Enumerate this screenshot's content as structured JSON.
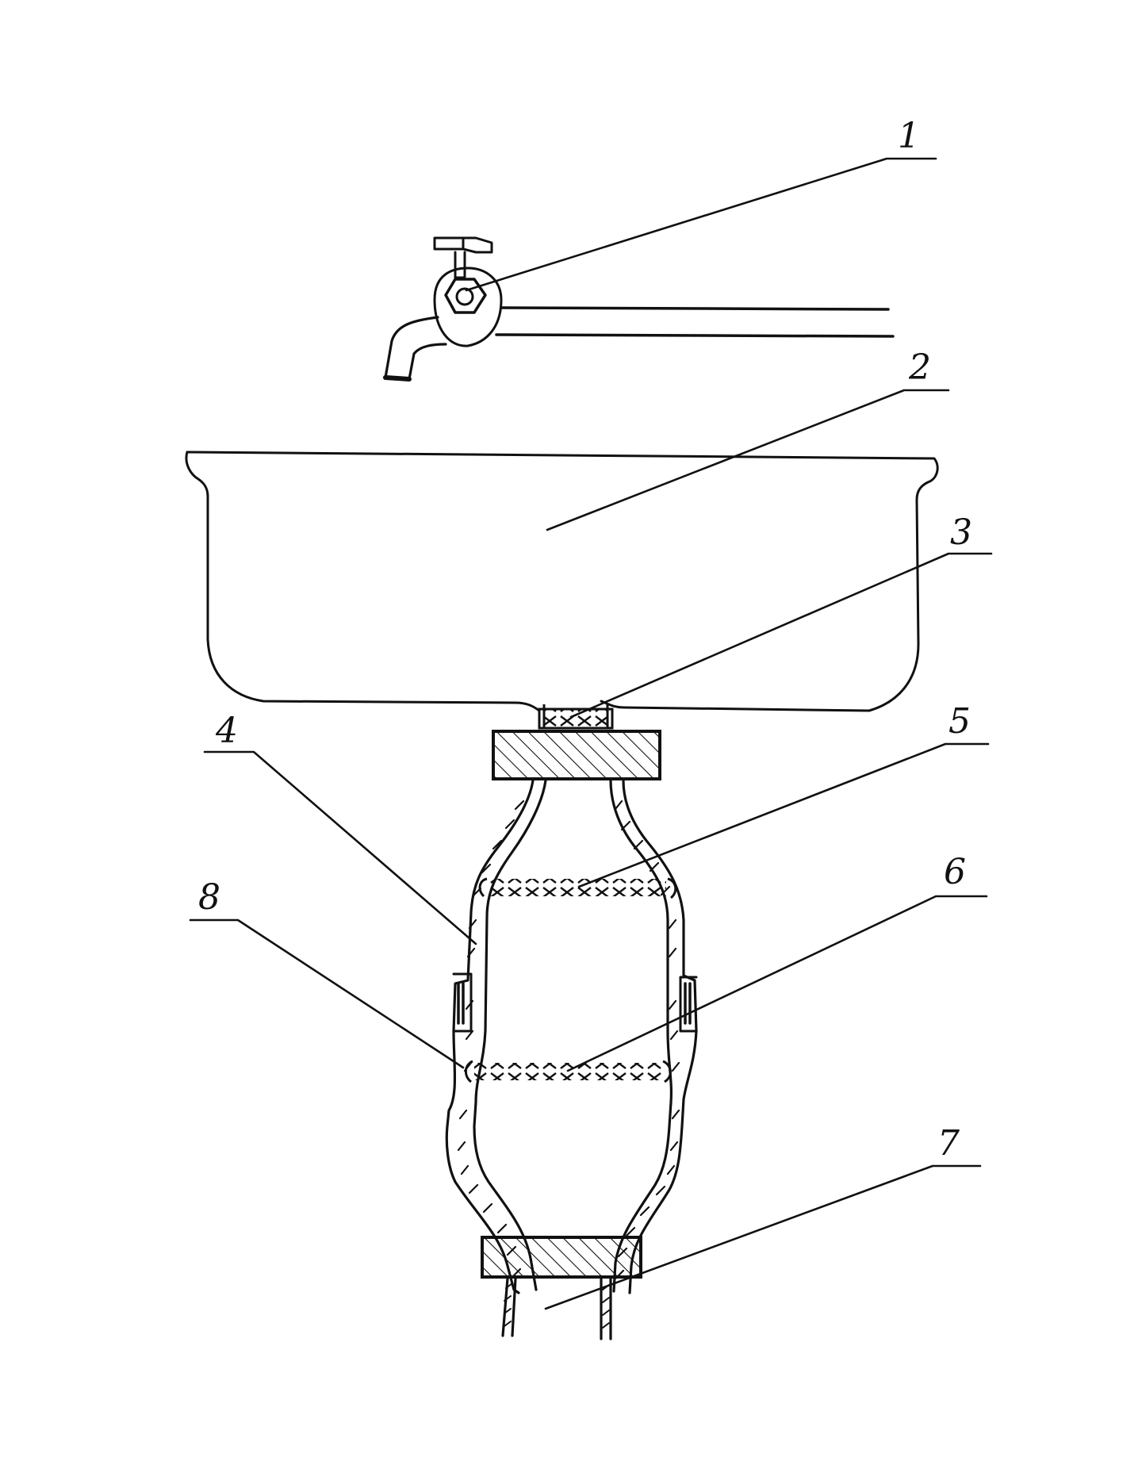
{
  "colors": {
    "ink": "#111111",
    "paper": "#ffffff"
  },
  "labels": [
    {
      "id": "1",
      "text": "1"
    },
    {
      "id": "2",
      "text": "2"
    },
    {
      "id": "3",
      "text": "3"
    },
    {
      "id": "4",
      "text": "4"
    },
    {
      "id": "5",
      "text": "5"
    },
    {
      "id": "6",
      "text": "6"
    },
    {
      "id": "7",
      "text": "7"
    },
    {
      "id": "8",
      "text": "8"
    }
  ]
}
